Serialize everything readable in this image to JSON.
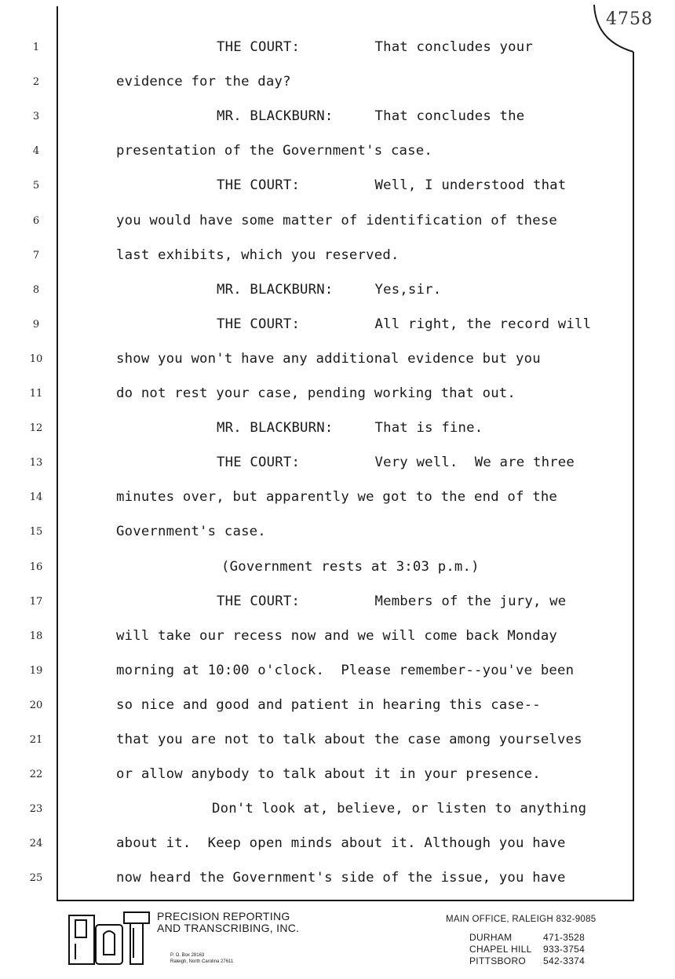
{
  "page_number": "4758",
  "line_numbers": [
    "1",
    "2",
    "3",
    "4",
    "5",
    "6",
    "7",
    "8",
    "9",
    "10",
    "11",
    "12",
    "13",
    "14",
    "15",
    "16",
    "17",
    "18",
    "19",
    "20",
    "21",
    "22",
    "23",
    "24",
    "25"
  ],
  "lines": [
    "THE COURT:         That concludes your",
    "evidence for the day?",
    "MR. BLACKBURN:     That concludes the",
    "presentation of the Government's case.",
    "THE COURT:         Well, I understood that",
    "you would have some matter of identification of these",
    "last exhibits, which you reserved.",
    "MR. BLACKBURN:     Yes,sir.",
    "THE COURT:         All right, the record will",
    "show you won't have any additional evidence but you",
    "do not rest your case, pending working that out.",
    "MR. BLACKBURN:     That is fine.",
    "THE COURT:         Very well.  We are three",
    "minutes over, but apparently we got to the end of the",
    "Government's case.",
    "(Government rests at 3:03 p.m.)",
    "THE COURT:         Members of the jury, we",
    "will take our recess now and we will come back Monday",
    "morning at 10:00 o'clock.  Please remember--you've been",
    "so nice and good and patient in hearing this case--",
    "that you are not to talk about the case among yourselves",
    "or allow anybody to talk about it in your presence.",
    "Don't look at, believe, or listen to anything",
    "about it.  Keep open minds about it. Although you have",
    "now heard the Government's side of the issue, you have"
  ],
  "footer": {
    "firm_line1": "PRECISION REPORTING",
    "firm_line2": "AND TRANSCRIBING, INC.",
    "po_box": "P. O. Box 28163",
    "city_state": "Raleigh, North Carolina  27611",
    "main_office": "MAIN OFFICE, RALEIGH  832-9085",
    "offices": [
      {
        "city": "DURHAM",
        "phone": "471-3528"
      },
      {
        "city": "CHAPEL HILL",
        "phone": "933-3754"
      },
      {
        "city": "PITTSBORO",
        "phone": "542-3374"
      }
    ]
  }
}
